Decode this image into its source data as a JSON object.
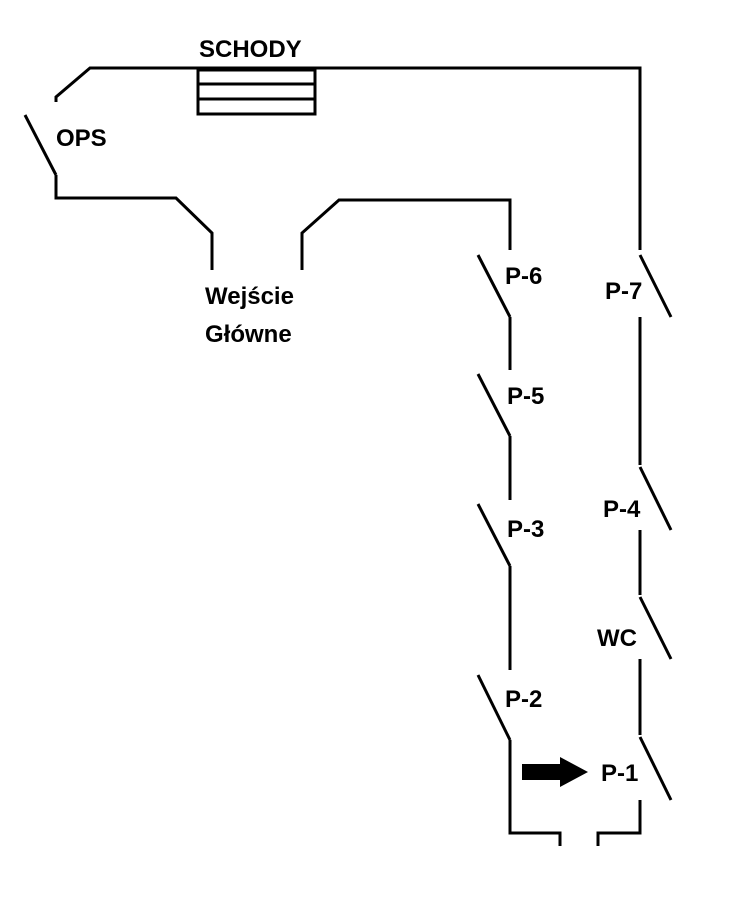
{
  "labels": {
    "stairs": "SCHODY",
    "ops": "OPS",
    "entrance_line1": "Wejście",
    "entrance_line2": "Główne",
    "p6": "P-6",
    "p5": "P-5",
    "p3": "P-3",
    "p2": "P-2",
    "p7": "P-7",
    "p4": "P-4",
    "wc": "WC",
    "p1": "P-1"
  },
  "colors": {
    "line": "#000000",
    "background": "#ffffff"
  },
  "icons": {
    "arrow": "right-arrow-icon",
    "stairs": "stairs-icon"
  }
}
